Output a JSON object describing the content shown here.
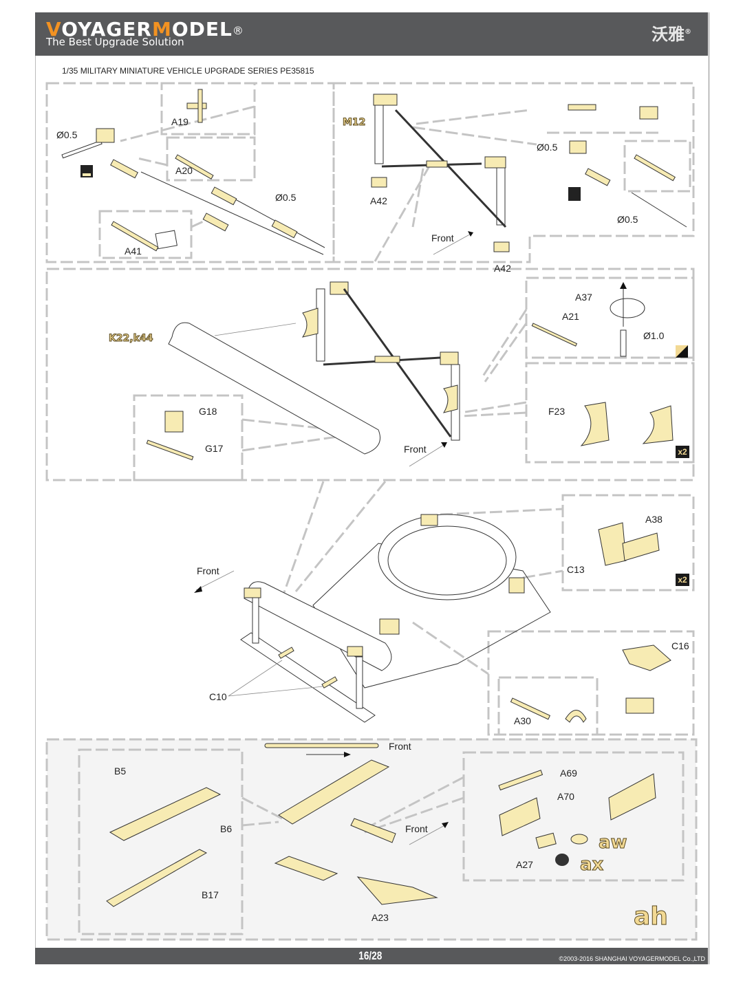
{
  "header": {
    "brand_part1": "V",
    "brand_part2": "OYAGER",
    "brand_part3": "M",
    "brand_part4": "ODEL",
    "registered": "®",
    "tagline": "The Best Upgrade Solution",
    "chinese_brand": "沃雅",
    "chinese_registered": "®"
  },
  "subtitle": "1/35 MILITARY MINIATURE VEHICLE  UPGRADE SERIES PE35815",
  "colors": {
    "header_bg": "#58595b",
    "brand_accent": "#f29222",
    "photo_etch": "#f7ebb3",
    "dashed_frame": "#c4c4c4"
  },
  "section1": {
    "rod_left": "Ø0.5",
    "rod_mid": "Ø0.5",
    "part_a19": "A19",
    "part_a20": "A20",
    "part_a41": "A41",
    "part_m12": "M12",
    "part_a42_left": "A42",
    "part_a42_right": "A42",
    "front": "Front",
    "rod_right_top": "Ø0.5",
    "rod_right_bottom": "Ø0.5"
  },
  "section2": {
    "part_k22": "K22,k44",
    "part_g18": "G18",
    "part_g17": "G17",
    "front": "Front",
    "part_a37": "A37",
    "part_a21": "A21",
    "rod_10": "Ø1.0",
    "part_f23": "F23",
    "qty_f23": "x2"
  },
  "section3": {
    "front": "Front",
    "part_a38": "A38",
    "part_c13": "C13",
    "qty_c13": "x2",
    "part_c10": "C10",
    "part_c16": "C16",
    "part_a30": "A30"
  },
  "section4": {
    "part_b5": "B5",
    "part_b6": "B6",
    "part_b17": "B17",
    "front_top": "Front",
    "front_mid": "Front",
    "part_a23": "A23",
    "part_a69": "A69",
    "part_a70": "A70",
    "part_a27": "A27",
    "part_aw": "aw",
    "part_ax": "ax",
    "step_id": "ah"
  },
  "footer": {
    "page": "16/28",
    "copyright": "©2003-2016 SHANGHAI VOYAGERMODEL  Co.,LTD"
  }
}
